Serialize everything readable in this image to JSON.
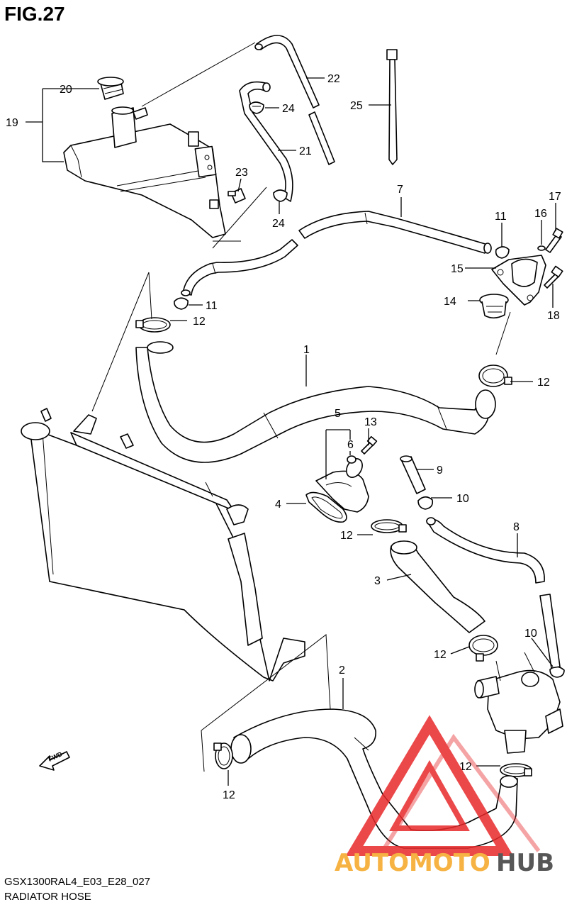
{
  "figure": {
    "title": "FIG.27",
    "code": "GSX1300RAL4_E03_E28_027",
    "name": "RADIATOR HOSE"
  },
  "fwd_label": "FWD",
  "callouts": [
    "1",
    "2",
    "3",
    "4",
    "5",
    "6",
    "7",
    "8",
    "9",
    "10",
    "10",
    "11",
    "11",
    "12",
    "12",
    "12",
    "12",
    "12",
    "12",
    "13",
    "14",
    "15",
    "16",
    "17",
    "18",
    "19",
    "20",
    "21",
    "22",
    "23",
    "24",
    "24",
    "25"
  ],
  "watermark": {
    "part1": "AUTOMOTO",
    "part2": "HUB",
    "color_orange": "#f5a623",
    "color_red": "#e8292b",
    "color_dark": "#3a3a3a"
  }
}
